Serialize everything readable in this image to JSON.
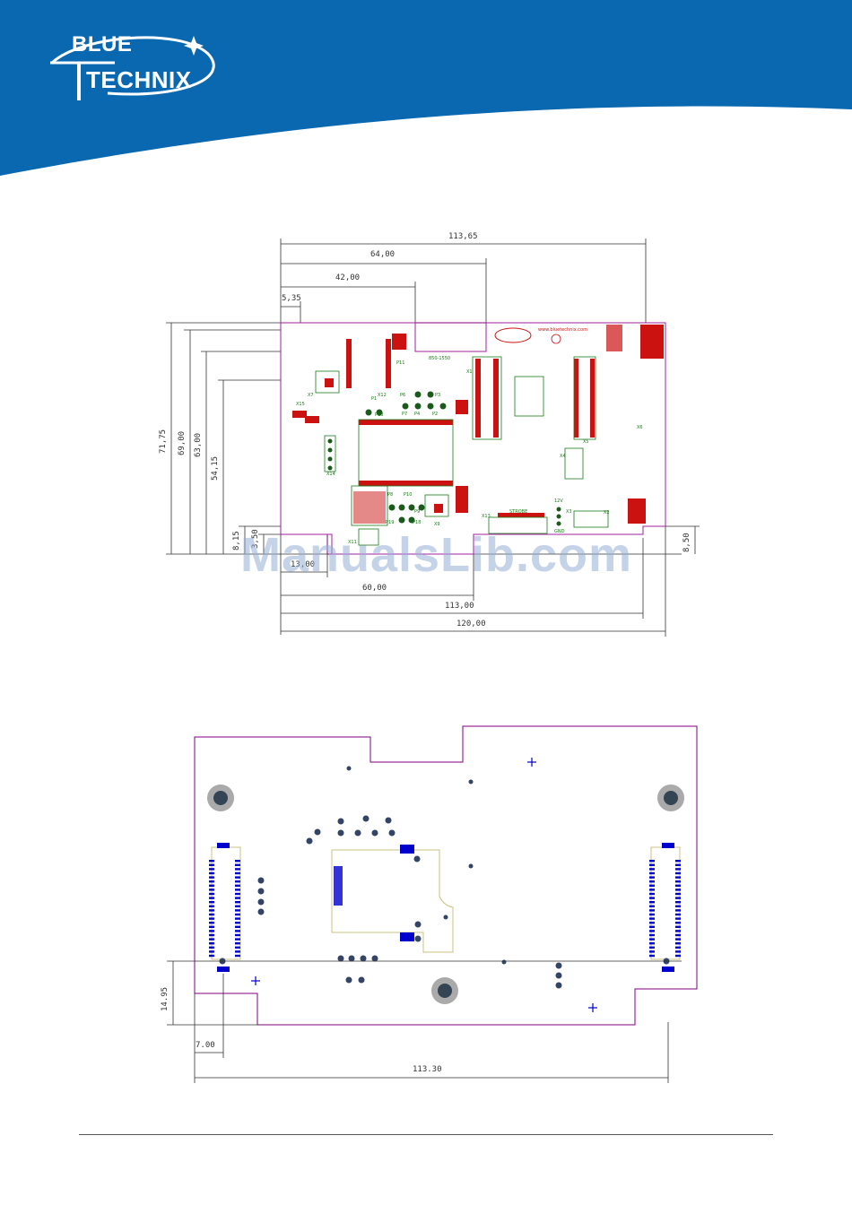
{
  "brand": {
    "line1": "BLUE",
    "line2": "TECHNIX",
    "header_color": "#0a68b0"
  },
  "top_drawing": {
    "dims_top": [
      "113,65",
      "64,00",
      "42,00",
      "5,35"
    ],
    "dims_left": [
      "71,75",
      "69,00",
      "63,00",
      "54,15",
      "8,15",
      "3,50"
    ],
    "dim_right": "8,50",
    "dims_bottom": [
      "13,00",
      "60,00",
      "113,00",
      "120,00"
    ],
    "pcb_labels": {
      "part_no": "850-1550",
      "url": "www.bluetechnix.com",
      "p11": "P11",
      "x7": "X7",
      "x15": "X15",
      "x14": "X14",
      "x12": "X12",
      "p1": "P1",
      "p13": "P13",
      "p6": "P6",
      "p7": "P7",
      "p4": "P4",
      "p2": "P2",
      "p3": "P3",
      "x1": "X1",
      "x5": "X5",
      "x4": "X4",
      "p10": "P10",
      "p8": "P8",
      "p9": "P9",
      "p18": "P18",
      "p19": "P19",
      "x9": "X9",
      "x13": "X13",
      "strobe": "STROBE",
      "v12": "12V",
      "gnd": "GND",
      "x3": "X3",
      "x2": "X2",
      "x11": "X11",
      "x6": "X6"
    }
  },
  "bottom_drawing": {
    "dim_left": "14.95",
    "dim_bottom_small": "7.00",
    "dim_bottom_total": "113.30"
  },
  "watermark": "ManualsLib.com"
}
